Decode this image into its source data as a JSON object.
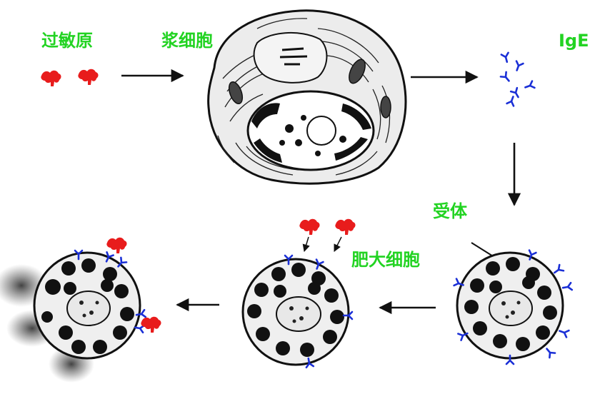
{
  "labels": {
    "allergen": "过敏原",
    "plasma_cell": "浆细胞",
    "ige": "IgE",
    "receptor": "受体",
    "mast_cell": "肥大细胞"
  },
  "colors": {
    "label_green": "#22d322",
    "allergen_red": "#e81c1c",
    "antibody_blue": "#1a2fd6",
    "ink": "#111111"
  },
  "icons": [
    "allergen-icon",
    "antibody-icon",
    "arrow-icon",
    "plasma-cell-icon",
    "mast-cell-icon",
    "degranulation-cloud-icon"
  ]
}
